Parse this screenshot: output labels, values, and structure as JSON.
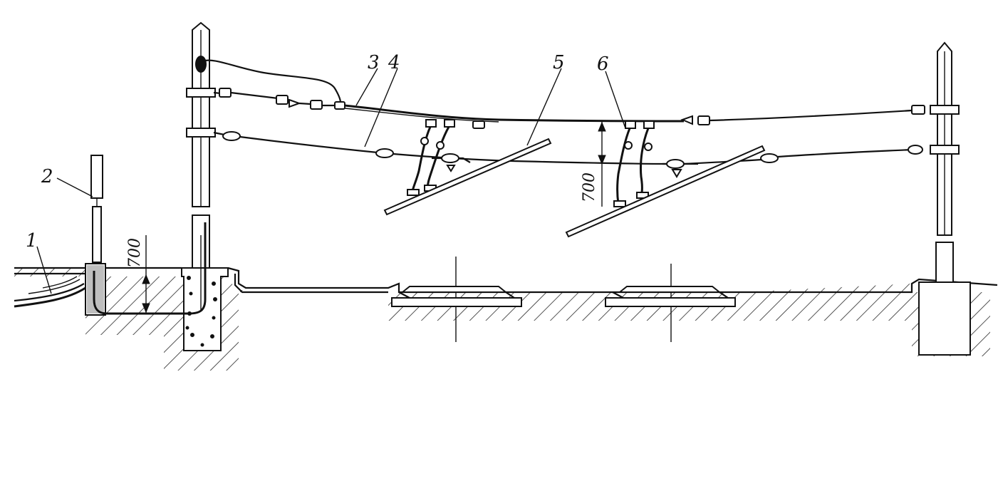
{
  "labels": {
    "l1": "1",
    "l2": "2",
    "l3": "3",
    "l4": "4",
    "l5": "5",
    "l6": "6"
  },
  "dimensions": {
    "left_depth": "700",
    "span_gap": "700"
  },
  "colors": {
    "ink": "#111111",
    "paper": "#ffffff"
  }
}
